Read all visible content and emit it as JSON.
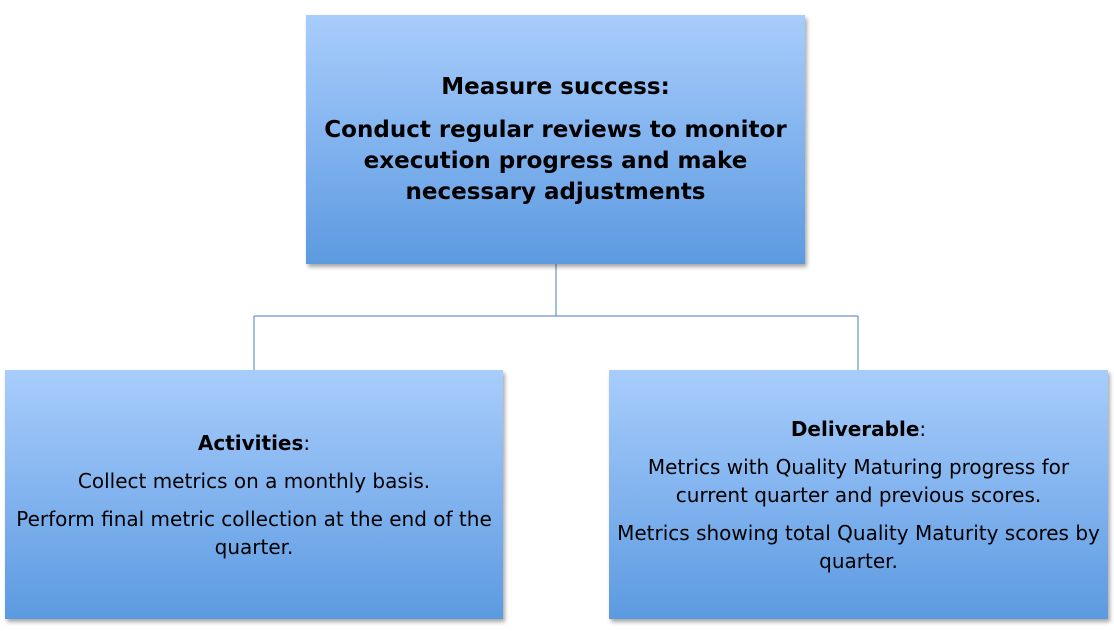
{
  "top": {
    "heading": "Measure success:",
    "body": "Conduct regular reviews to monitor execution progress and make necessary adjustments"
  },
  "activities": {
    "heading": "Activities",
    "colon": ":",
    "lines": [
      "Collect metrics on a monthly basis.",
      "Perform final metric collection at the end of the quarter."
    ]
  },
  "deliverable": {
    "heading": "Deliverable",
    "colon": ":",
    "lines": [
      "Metrics with Quality Maturing progress for current quarter and previous scores.",
      "Metrics showing total Quality Maturity scores by quarter."
    ]
  },
  "colors": {
    "box_gradient_top": "#a8cdfb",
    "box_gradient_bottom": "#5c9ae0",
    "connector": "#4a7ebb"
  }
}
